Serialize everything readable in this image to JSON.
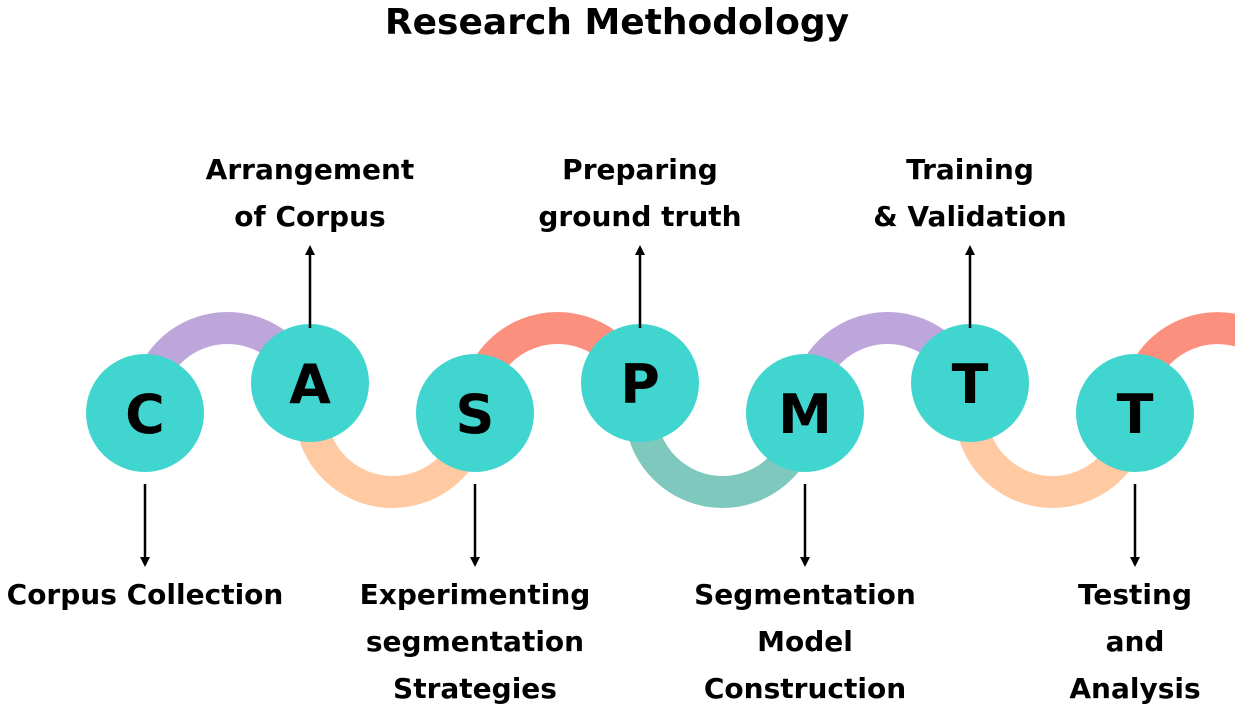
{
  "title": "Research Methodology",
  "colors": {
    "circle": "#40D6CF",
    "purple": "#BDA6DA",
    "peach": "#FFC9A1",
    "coral": "#FB907F",
    "teal": "#7FC8BD",
    "text": "#000000"
  },
  "arcs": [
    {
      "orientation": "top",
      "color": "purple"
    },
    {
      "orientation": "bottom",
      "color": "peach"
    },
    {
      "orientation": "top",
      "color": "coral"
    },
    {
      "orientation": "bottom",
      "color": "teal"
    },
    {
      "orientation": "top",
      "color": "purple"
    },
    {
      "orientation": "bottom",
      "color": "peach"
    },
    {
      "orientation": "top",
      "color": "coral"
    }
  ],
  "stages": [
    {
      "letter": "C",
      "label_lines": [
        "Corpus Collection"
      ],
      "position": "below"
    },
    {
      "letter": "A",
      "label_lines": [
        "Arrangement",
        "of Corpus"
      ],
      "position": "above"
    },
    {
      "letter": "S",
      "label_lines": [
        "Experimenting",
        "segmentation",
        "Strategies"
      ],
      "position": "below"
    },
    {
      "letter": "P",
      "label_lines": [
        "Preparing",
        "ground truth"
      ],
      "position": "above"
    },
    {
      "letter": "M",
      "label_lines": [
        "Segmentation",
        "Model",
        "Construction"
      ],
      "position": "below"
    },
    {
      "letter": "T",
      "label_lines": [
        "Training",
        "& Validation"
      ],
      "position": "above"
    },
    {
      "letter": "T",
      "label_lines": [
        "Testing",
        "and",
        "Analysis"
      ],
      "position": "below"
    }
  ]
}
